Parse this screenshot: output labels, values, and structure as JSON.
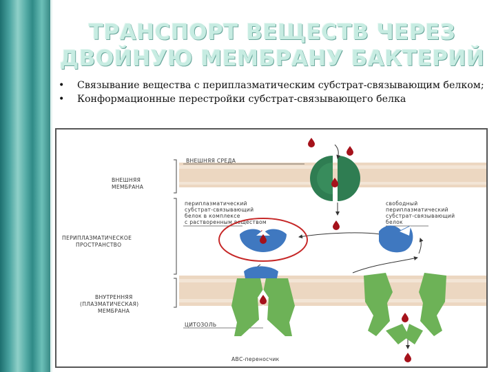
{
  "title": {
    "line1": "ТРАНСПОРТ ВЕЩЕСТВ ЧЕРЕЗ",
    "line2": "ДВОЙНУЮ МЕМБРАНУ БАКТЕРИЙ"
  },
  "bullets": [
    {
      "marker": "•",
      "text": "Связывание вещества с периплазматическим субстрат-связывающим белком;"
    },
    {
      "marker": "•",
      "text": "Конформационные перестройки субстрат-связывающего белка"
    }
  ],
  "diagram": {
    "labels": {
      "outer_env": "ВНЕШНЯЯ СРЕДА",
      "outer_membrane": [
        "ВНЕШНЯЯ",
        "МЕМБРАНА"
      ],
      "periplasmic_space": [
        "ПЕРИПЛАЗМАТИЧЕСКОЕ",
        "ПРОСТРАНСТВО"
      ],
      "inner_membrane": [
        "ВНУТРЕННЯЯ",
        "(ПЛАЗМАТИЧЕСКАЯ)",
        "МЕМБРАНА"
      ],
      "cytosol": "ЦИТОЗОЛЬ",
      "bound_protein": [
        "периплазматический",
        "субстрат-связывающий",
        "белок в комплексе",
        "с растворенным веществом"
      ],
      "free_protein": [
        "свободный",
        "периплазматический",
        "субстрат-связывающий",
        "белок"
      ],
      "abc_transporter": "АВС-переносчик"
    },
    "colors": {
      "membrane": "#e9d2b8",
      "porin": "#2f7d52",
      "binding_protein": "#3f78c0",
      "abc": "#6db257",
      "substrate": "#a5121b",
      "highlight": "#c62828"
    }
  }
}
